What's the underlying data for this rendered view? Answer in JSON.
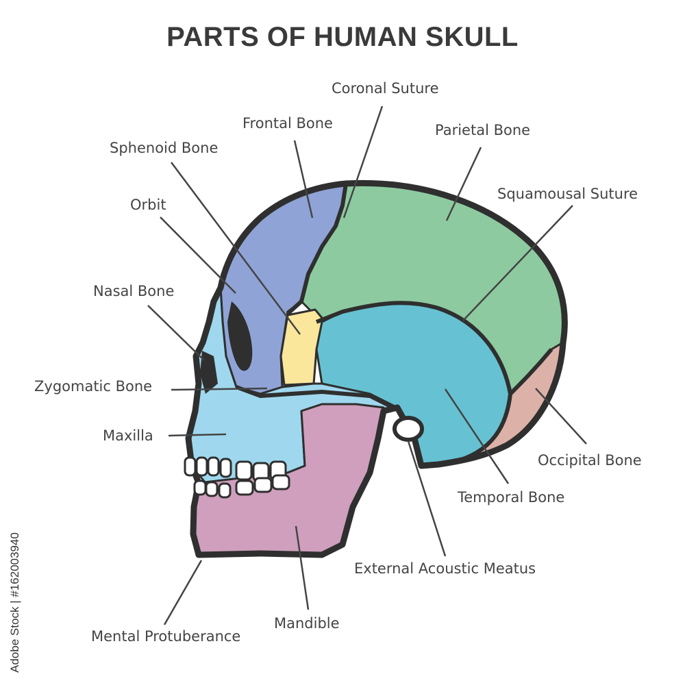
{
  "title": "PARTS OF HUMAN SKULL",
  "watermark": "Adobe Stock | #162003940",
  "colors": {
    "outline": "#2f2f2f",
    "frontal": "#8fa3d6",
    "parietal": "#8ecaa0",
    "temporal": "#66c2d2",
    "occipital": "#dcb2a8",
    "sphenoid": "#fae79c",
    "face": "#9fd8ee",
    "mandible": "#cf9fbd",
    "teeth": "#ffffff",
    "leader": "#444444"
  },
  "labels": {
    "coronal_suture": "Coronal Suture",
    "frontal_bone": "Frontal Bone",
    "parietal_bone": "Parietal Bone",
    "sphenoid_bone": "Sphenoid Bone",
    "squamousal_suture": "Squamousal Suture",
    "orbit": "Orbit",
    "nasal_bone": "Nasal Bone",
    "zygomatic_bone": "Zygomatic Bone",
    "maxilla": "Maxilla",
    "occipital_bone": "Occipital Bone",
    "temporal_bone": "Temporal Bone",
    "external_acoustic_meatus": "External Acoustic Meatus",
    "mandible": "Mandible",
    "mental_protuberance": "Mental Protuberance"
  }
}
